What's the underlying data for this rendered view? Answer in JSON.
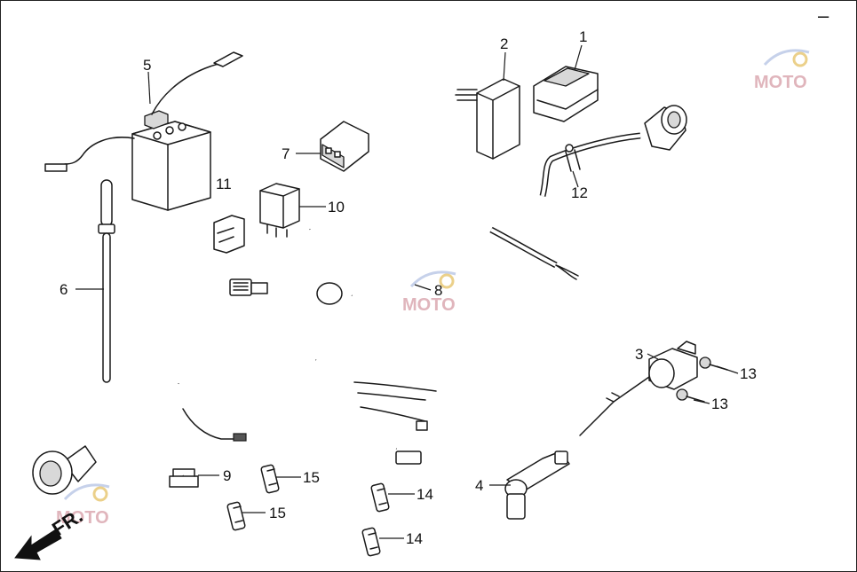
{
  "corner_mark": "–",
  "direction_label": "FR.",
  "watermark": "MOTO",
  "callouts": [
    {
      "id": "p1",
      "label": "1"
    },
    {
      "id": "p2",
      "label": "2"
    },
    {
      "id": "p3",
      "label": "3"
    },
    {
      "id": "p4",
      "label": "4"
    },
    {
      "id": "p5",
      "label": "5"
    },
    {
      "id": "p6",
      "label": "6"
    },
    {
      "id": "p7",
      "label": "7"
    },
    {
      "id": "p8",
      "label": "8"
    },
    {
      "id": "p9",
      "label": "9"
    },
    {
      "id": "p10",
      "label": "10"
    },
    {
      "id": "p11",
      "label": "11"
    },
    {
      "id": "p12",
      "label": "12"
    },
    {
      "id": "p13a",
      "label": "13"
    },
    {
      "id": "p13b",
      "label": "13"
    },
    {
      "id": "p14a",
      "label": "14"
    },
    {
      "id": "p14b",
      "label": "14"
    },
    {
      "id": "p15a",
      "label": "15"
    },
    {
      "id": "p15b",
      "label": "15"
    }
  ],
  "colors": {
    "line": "#1a1a1a",
    "fill": "#ffffff",
    "shade": "#d8d8d8",
    "watermark": "#d9a3ac"
  }
}
